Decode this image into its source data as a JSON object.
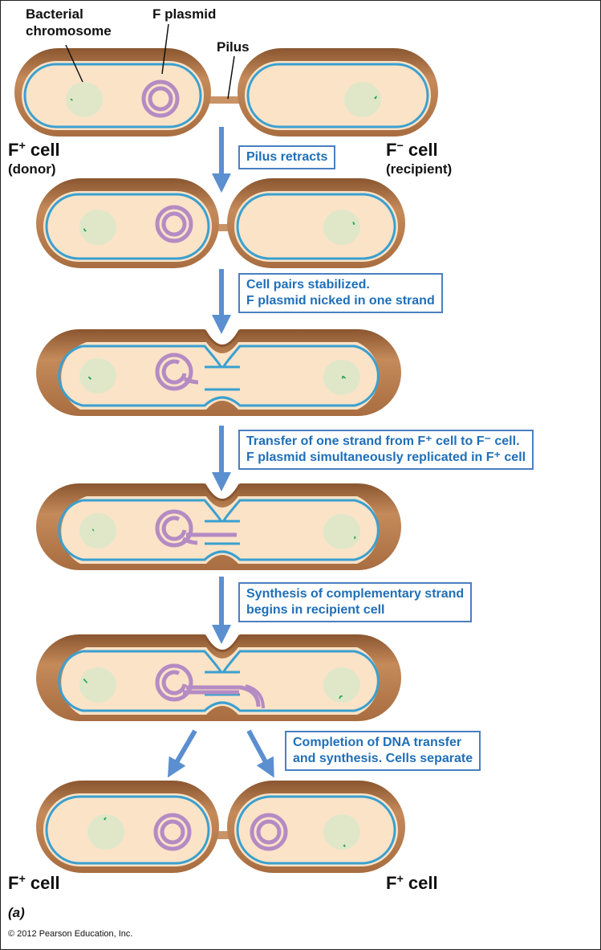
{
  "labels": {
    "bacterial_chromosome": [
      "Bacterial",
      "chromosome"
    ],
    "f_plasmid": "F plasmid",
    "pilus": "Pilus",
    "donor_top": {
      "main": "F",
      "sup": "+",
      "suffix": " cell",
      "role": "(donor)"
    },
    "recipient_top": {
      "main": "F",
      "sup": "−",
      "suffix": " cell",
      "role": "(recipient)"
    },
    "bottom_left": {
      "main": "F",
      "sup": "+",
      "suffix": " cell"
    },
    "bottom_right": {
      "main": "F",
      "sup": "+",
      "suffix": " cell"
    },
    "figure_part": "(a)",
    "copyright": "© 2012 Pearson Education, Inc."
  },
  "steps": [
    {
      "lines": [
        "Pilus retracts"
      ]
    },
    {
      "lines": [
        "Cell pairs stabilized.",
        "F plasmid nicked in one strand"
      ]
    },
    {
      "lines": [
        "Transfer of one strand from F⁺ cell to F⁻ cell.",
        "F plasmid simultaneously replicated in F⁺ cell"
      ]
    },
    {
      "lines": [
        "Synthesis of complementary strand",
        "begins in recipient cell"
      ]
    },
    {
      "lines": [
        "Completion of DNA transfer",
        "and synthesis. Cells separate"
      ]
    }
  ],
  "colors": {
    "cell_wall": "#b87a4b",
    "cell_wall_dark": "#8a5630",
    "cytoplasm": "#fbe3c8",
    "membrane": "#3aa0cf",
    "plasmid": "#b58bc3",
    "chromosome": "#22a34a",
    "arrow": "#5b8fd0",
    "box_text": "#1f6fb8"
  }
}
